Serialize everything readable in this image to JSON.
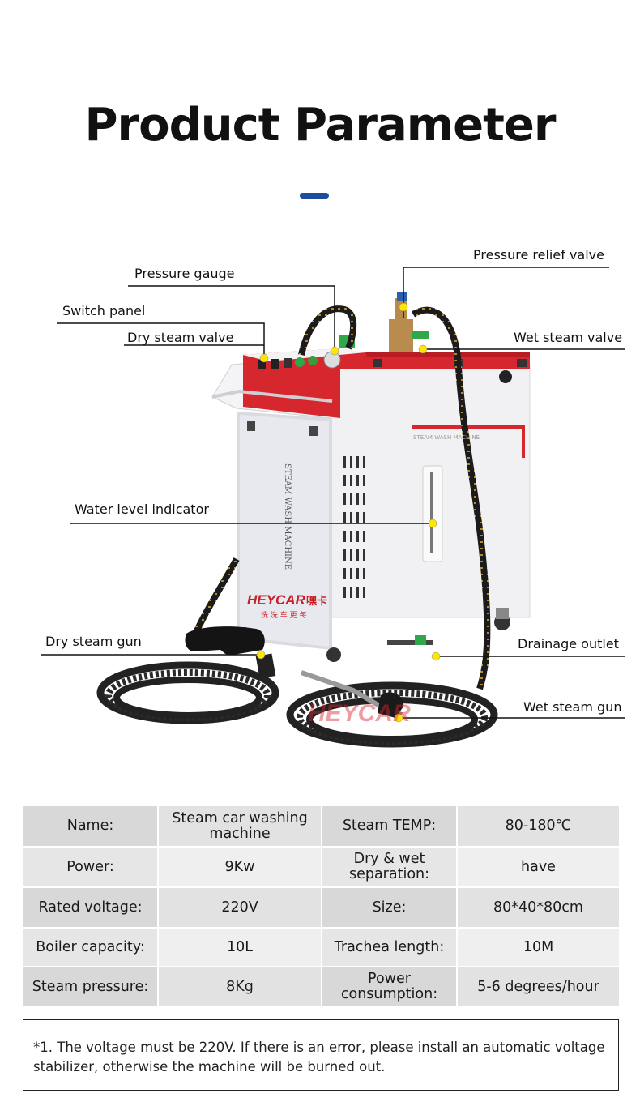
{
  "title": "Product Parameter",
  "brand": {
    "logo_text": "HEYCAR",
    "logo_cn": "嘿卡",
    "logo_sub": "洗 洗 车 更 每",
    "side_text": "STEAM WASH MACHINE",
    "top_text": "STEAM WASH MACHINE",
    "watermark": "HEYCAR"
  },
  "colors": {
    "accent_blue": "#1d4e9e",
    "machine_red": "#d6262e",
    "marker_yellow": "#ffe600"
  },
  "callouts": {
    "pressure_gauge": "Pressure gauge",
    "pressure_relief_valve": "Pressure relief valve",
    "switch_panel": "Switch panel",
    "dry_steam_valve": "Dry steam valve",
    "wet_steam_valve": "Wet steam valve",
    "water_level_indicator": "Water level indicator",
    "dry_steam_gun": "Dry steam gun",
    "drainage_outlet": "Drainage outlet",
    "wet_steam_gun": "Wet steam gun"
  },
  "specs": [
    [
      {
        "label": "Name:",
        "value": "Steam car washing machine"
      },
      {
        "label": "Steam TEMP:",
        "value": "80-180℃"
      }
    ],
    [
      {
        "label": "Power:",
        "value": "9Kw"
      },
      {
        "label": "Dry & wet separation:",
        "value": "have"
      }
    ],
    [
      {
        "label": "Rated voltage:",
        "value": "220V"
      },
      {
        "label": "Size:",
        "value": "80*40*80cm"
      }
    ],
    [
      {
        "label": "Boiler capacity:",
        "value": "10L"
      },
      {
        "label": "Trachea length:",
        "value": "10M"
      }
    ],
    [
      {
        "label": "Steam pressure:",
        "value": "8Kg"
      },
      {
        "label": "Power consumption:",
        "value": "5-6 degrees/hour"
      }
    ]
  ],
  "note": "*1. The voltage must be 220V. If there is an error, please install an automatic voltage stabilizer, otherwise the machine will be burned out."
}
